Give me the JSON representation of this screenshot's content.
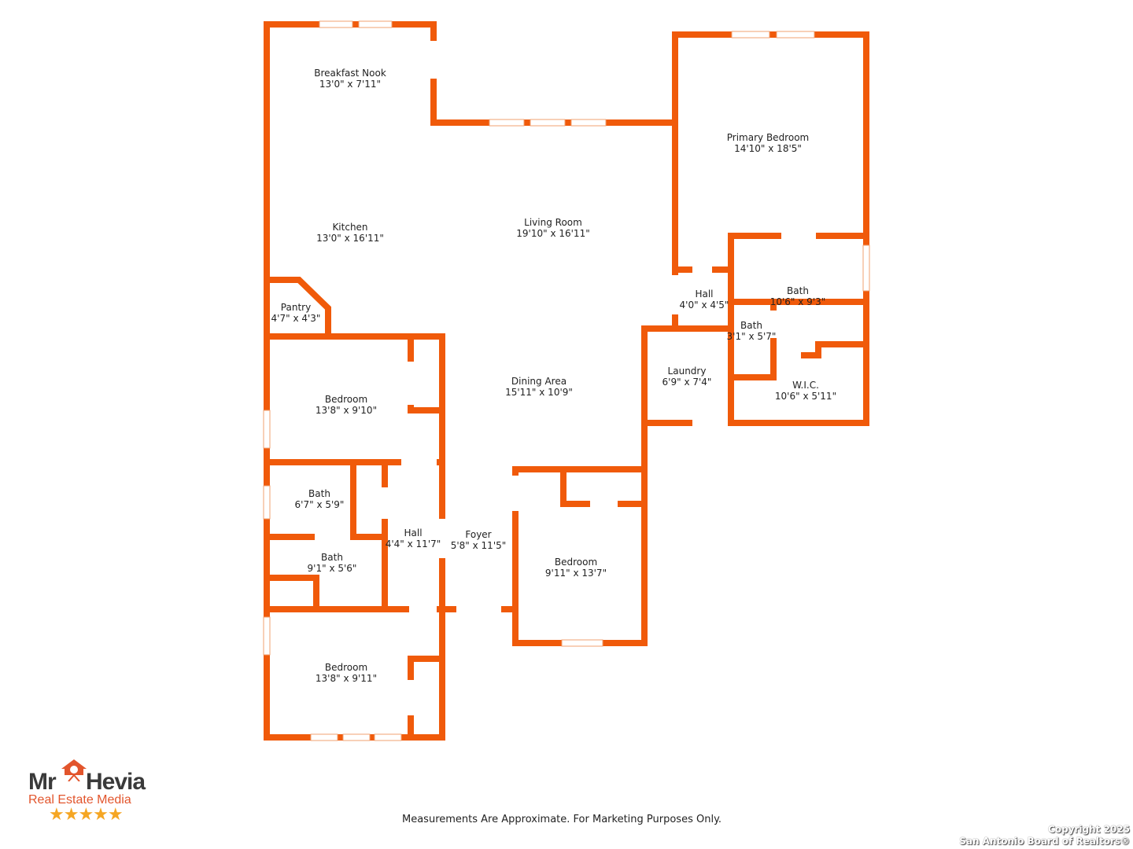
{
  "rooms": [
    {
      "name": "Breakfast Nook",
      "dims": "13'0\" x 7'11\""
    },
    {
      "name": "Kitchen",
      "dims": "13'0\" x 16'11\""
    },
    {
      "name": "Living Room",
      "dims": "19'10\" x 16'11\""
    },
    {
      "name": "Primary Bedroom",
      "dims": "14'10\" x 18'5\""
    },
    {
      "name": "Pantry",
      "dims": "4'7\" x 4'3\""
    },
    {
      "name": "Hall",
      "dims": "4'0\" x 4'5\""
    },
    {
      "name": "Bath",
      "dims": "10'6\" x 9'3\""
    },
    {
      "name": "Bath",
      "dims": "3'1\" x 5'7\""
    },
    {
      "name": "Laundry",
      "dims": "6'9\" x 7'4\""
    },
    {
      "name": "W.I.C.",
      "dims": "10'6\" x 5'11\""
    },
    {
      "name": "Bedroom",
      "dims": "13'8\" x 9'10\""
    },
    {
      "name": "Dining Area",
      "dims": "15'11\" x 10'9\""
    },
    {
      "name": "Bath",
      "dims": "6'7\" x 5'9\""
    },
    {
      "name": "Hall",
      "dims": "4'4\" x 11'7\""
    },
    {
      "name": "Foyer",
      "dims": "5'8\" x 11'5\""
    },
    {
      "name": "Bath",
      "dims": "9'1\" x 5'6\""
    },
    {
      "name": "Bedroom",
      "dims": "9'11\" x 13'7\""
    },
    {
      "name": "Bedroom",
      "dims": "13'8\" x 9'11\""
    }
  ],
  "footer": {
    "disclaimer": "Measurements Are Approximate. For Marketing Purposes Only.",
    "copyright": "Copyright 2025",
    "board": "San Antonio Board of Realtors®"
  },
  "logo": {
    "brand_left": "Mr",
    "brand_right": "Hevia",
    "tagline": "Real Estate Media",
    "stars": "★★★★★"
  },
  "colors": {
    "wall": "#f05a0a"
  }
}
